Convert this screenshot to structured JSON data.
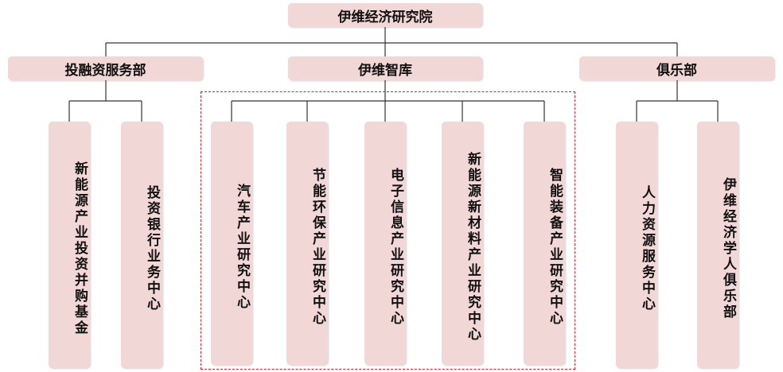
{
  "root": {
    "label": "伊维经济研究院"
  },
  "branches": [
    {
      "label": "投融资服务部",
      "children": [
        "新能源产业投资并购基金",
        "投资银行业务中心"
      ]
    },
    {
      "label": "伊维智库",
      "children": [
        "汽车产业研究中心",
        "节能环保产业研究中心",
        "电子信息产业研究中心",
        "新能源新材料产业研究中心",
        "智能装备产业研究中心"
      ]
    },
    {
      "label": "俱乐部",
      "children": [
        "人力资源服务中心",
        "伊维经济学人俱乐部"
      ]
    }
  ],
  "colors": {
    "box_fill": "#f2d7d7",
    "connector": "#333333",
    "dashed_border": "#c0262f"
  }
}
